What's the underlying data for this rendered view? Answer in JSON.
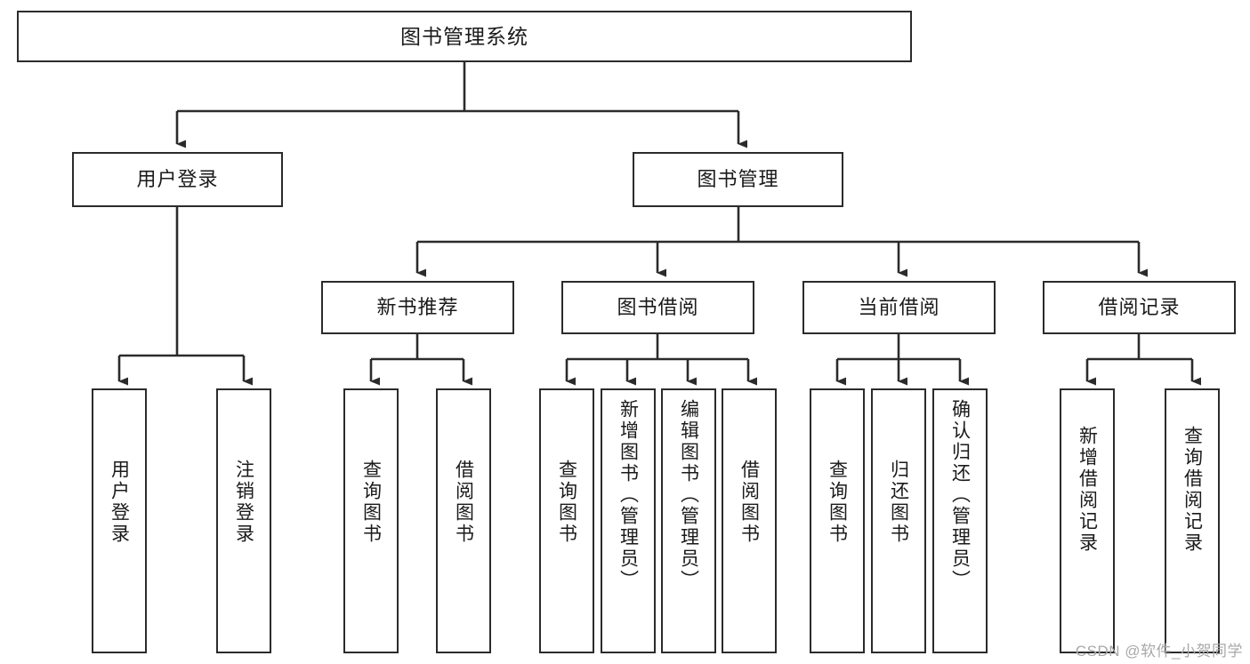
{
  "diagram": {
    "title": "图书管理系统",
    "type": "tree-hierarchy-diagram",
    "colors": {
      "box_border": "#2b2b2b",
      "box_fill": "#ffffff",
      "connector": "#2b2b2b",
      "text": "#1a1a1a",
      "watermark": "#a8a8a8",
      "background": "#ffffff"
    },
    "watermark": "CSDN @软件_小贺同学",
    "root": {
      "label": "图书管理系统"
    },
    "level2": [
      {
        "label": "用户登录"
      },
      {
        "label": "图书管理"
      }
    ],
    "level3": [
      {
        "label": "新书推荐"
      },
      {
        "label": "图书借阅"
      },
      {
        "label": "当前借阅"
      },
      {
        "label": "借阅记录"
      }
    ],
    "leaves": [
      {
        "label": "用户登录",
        "parent": "用户登录"
      },
      {
        "label": "注销登录",
        "parent": "用户登录"
      },
      {
        "label": "查询图书",
        "parent": "新书推荐"
      },
      {
        "label": "借阅图书",
        "parent": "新书推荐"
      },
      {
        "label": "查询图书",
        "parent": "图书借阅"
      },
      {
        "label": "新增图书（管理员）",
        "parent": "图书借阅"
      },
      {
        "label": "编辑图书（管理员）",
        "parent": "图书借阅"
      },
      {
        "label": "借阅图书",
        "parent": "图书借阅"
      },
      {
        "label": "查询图书",
        "parent": "当前借阅"
      },
      {
        "label": "归还图书",
        "parent": "当前借阅"
      },
      {
        "label": "确认归还（管理员）",
        "parent": "当前借阅"
      },
      {
        "label": "新增借阅记录",
        "parent": "借阅记录"
      },
      {
        "label": "查询借阅记录",
        "parent": "借阅记录"
      }
    ]
  }
}
